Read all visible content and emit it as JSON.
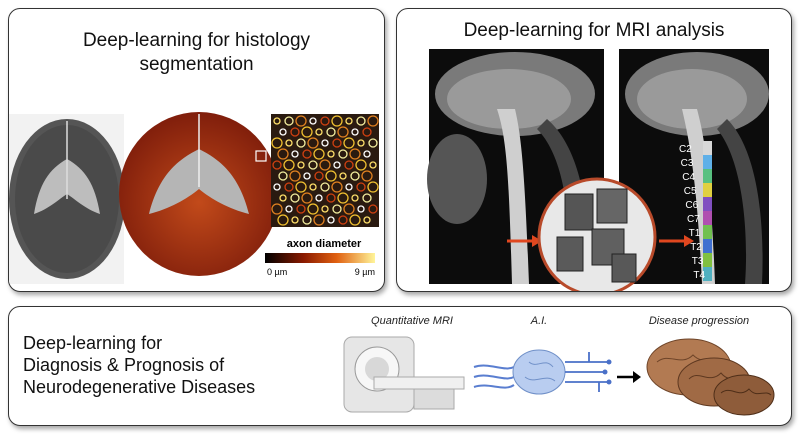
{
  "histology": {
    "title_line1": "Deep-learning for histology",
    "title_line2": "segmentation",
    "legend_title": "axon diameter",
    "legend_min": "0 µm",
    "legend_max": "9 µm"
  },
  "mri": {
    "title": "Deep-learning for MRI analysis",
    "vertebra_labels": [
      "C2",
      "C3",
      "C4",
      "C5",
      "C6",
      "C7",
      "T1",
      "T2",
      "T3",
      "T4"
    ],
    "label_colors": [
      "#d8d8d8",
      "#5fb0e8",
      "#58c080",
      "#e0d040",
      "#8050c0",
      "#b050b0",
      "#70c050",
      "#4070d0",
      "#80c040",
      "#50b0c0"
    ]
  },
  "diagnosis": {
    "line1": "Deep-learning for",
    "line2": "Diagnosis & Prognosis of",
    "line3": "Neurodegenerative Diseases",
    "label_quant": "Quantitative MRI",
    "label_ai": "A.I.",
    "label_disease": "Disease progression"
  }
}
